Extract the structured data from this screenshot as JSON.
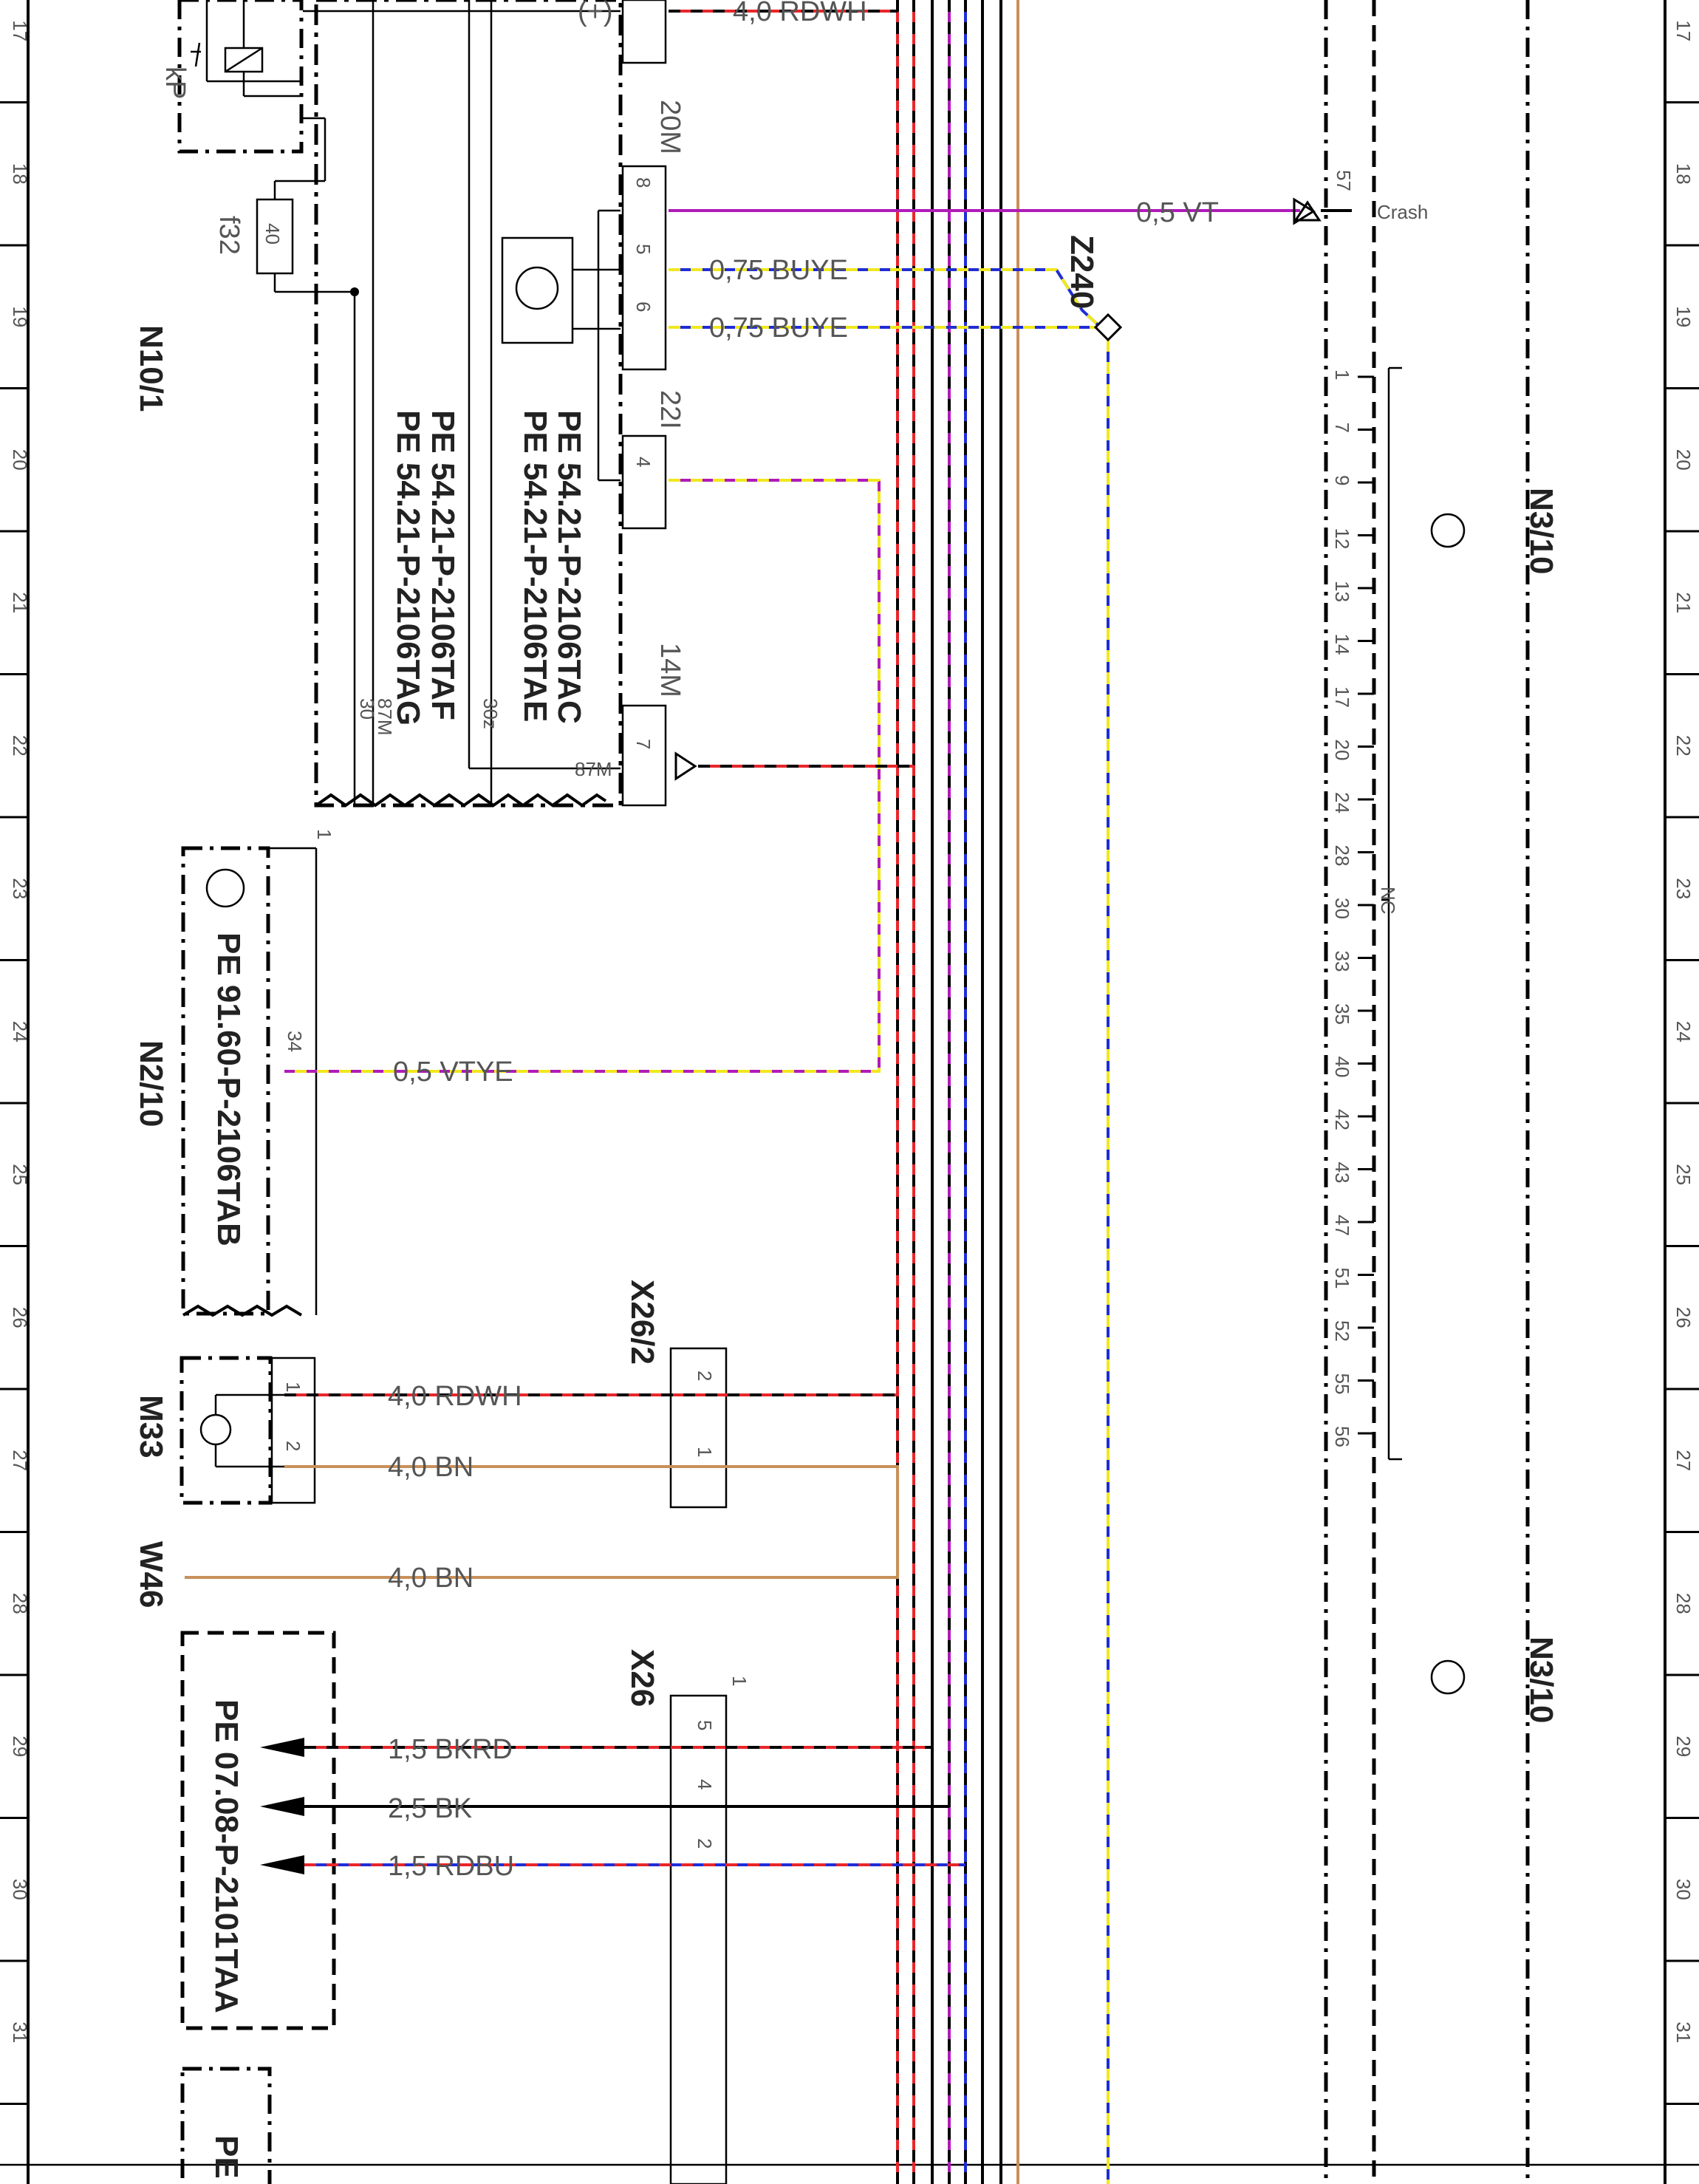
{
  "rows": [
    "17",
    "18",
    "19",
    "20",
    "21",
    "22",
    "23",
    "24",
    "25",
    "26",
    "27",
    "28",
    "29",
    "30",
    "31"
  ],
  "components": {
    "n10_1": "N10/1",
    "n2_10": "N2/10",
    "m33": "M33",
    "w46": "W46",
    "n3_10_top": "N3/10",
    "n3_10_bottom": "N3/10",
    "x26_2": "X26/2",
    "x26": "X26",
    "z240": "Z240",
    "kp": "kP",
    "f32": "f32",
    "f32_value": "40"
  },
  "references": {
    "pe_2106taf": "PE 54.21-P-2106TAF",
    "pe_2106tag": "PE 54.21-P-2106TAG",
    "pe_2106tac": "PE 54.21-P-2106TAC",
    "pe_2106tae": "PE 54.21-P-2106TAE",
    "pe_2106tab": "PE 91.60-P-2106TAB",
    "pe_2101taa": "PE 07.08-P-2101TAA",
    "pe_bottom": "PE"
  },
  "wires": {
    "top_rdwh": "4,0 RDWH",
    "vt": "0,5 VT",
    "buye_1": "0,75 BUYE",
    "buye_2": "0,75 BUYE",
    "vtye": "0,5 VTYE",
    "m33_rdwh": "4,0 RDWH",
    "m33_bn": "4,0 BN",
    "w46_bn": "4,0 BN",
    "bkrd": "1,5 BKRD",
    "bk": "2,5 BK",
    "rdbu": "1,5 RDBU"
  },
  "pins": {
    "plus": "(+)",
    "p20m": "20M",
    "p8": "8",
    "p5": "5",
    "p6": "6",
    "p22i": "22I",
    "p4": "4",
    "p14m": "14M",
    "p7": "7",
    "p87m": "87M",
    "p30": "30",
    "p87m_b": "87M",
    "p30z": "30z",
    "p57": "57",
    "crash": "Crash",
    "n2_pin1": "1",
    "n2_pin34": "34",
    "m33_pin1": "1",
    "m33_pin2": "2",
    "x26_2_pin2": "2",
    "x26_2_pin1": "1",
    "x26_pin1": "1",
    "x26_pin5": "5",
    "x26_pin4": "4",
    "x26_pin2": "2",
    "nc": "NC",
    "nc_pins": [
      "1",
      "7",
      "9",
      "12",
      "13",
      "14",
      "17",
      "20",
      "24",
      "28",
      "30",
      "33",
      "35",
      "40",
      "42",
      "43",
      "47",
      "51",
      "52",
      "55",
      "56"
    ]
  },
  "colors": {
    "red": "#e8262a",
    "blue": "#1f2dd6",
    "yellow": "#f0e81e",
    "violet": "#b01ab8",
    "brown": "#c8905a",
    "black": "#000000"
  }
}
